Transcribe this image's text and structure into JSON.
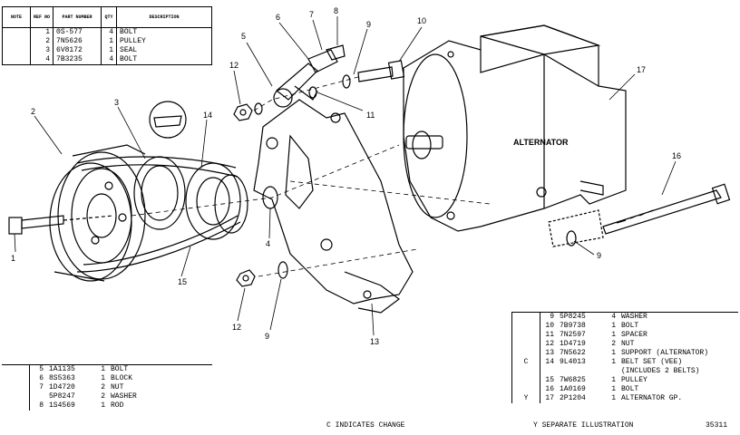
{
  "columns": {
    "note": "NOTE",
    "ref_no": "REF NO",
    "part_number": "PART NUMBER",
    "qty": "QTY",
    "description": "DESCRIPTION"
  },
  "table_top": [
    {
      "note": "",
      "ref": "1",
      "part": "0S-577",
      "qty": "4",
      "desc": "BOLT"
    },
    {
      "note": "",
      "ref": "2",
      "part": "7N5626",
      "qty": "1",
      "desc": "PULLEY"
    },
    {
      "note": "",
      "ref": "3",
      "part": "6V8172",
      "qty": "1",
      "desc": "SEAL"
    },
    {
      "note": "",
      "ref": "4",
      "part": "7B3235",
      "qty": "4",
      "desc": "BOLT"
    }
  ],
  "table_mid": [
    {
      "note": "",
      "ref": "5",
      "part": "1A1135",
      "qty": "1",
      "desc": "BOLT"
    },
    {
      "note": "",
      "ref": "6",
      "part": "8S5363",
      "qty": "1",
      "desc": "BLOCK"
    },
    {
      "note": "",
      "ref": "7",
      "part": "1D4720",
      "qty": "2",
      "desc": "NUT"
    },
    {
      "note": "",
      "ref": "",
      "part": "5P8247",
      "qty": "2",
      "desc": "WASHER"
    },
    {
      "note": "",
      "ref": "8",
      "part": "1S4569",
      "qty": "1",
      "desc": "ROD"
    }
  ],
  "table_right": [
    {
      "note": "",
      "ref": "9",
      "part": "5P8245",
      "qty": "4",
      "desc": "WASHER"
    },
    {
      "note": "",
      "ref": "10",
      "part": "7B9738",
      "qty": "1",
      "desc": "BOLT"
    },
    {
      "note": "",
      "ref": "11",
      "part": "7N2597",
      "qty": "1",
      "desc": "SPACER"
    },
    {
      "note": "",
      "ref": "12",
      "part": "1D4719",
      "qty": "2",
      "desc": "NUT"
    },
    {
      "note": "",
      "ref": "13",
      "part": "7N5622",
      "qty": "1",
      "desc": "SUPPORT (ALTERNATOR)"
    },
    {
      "note": "C",
      "ref": "14",
      "part": "9L4013",
      "qty": "1",
      "desc": "BELT SET (VEE)"
    },
    {
      "note": "",
      "ref": "",
      "part": "",
      "qty": "",
      "desc": "(INCLUDES 2 BELTS)"
    },
    {
      "note": "",
      "ref": "15",
      "part": "7W6825",
      "qty": "1",
      "desc": "PULLEY"
    },
    {
      "note": "",
      "ref": "16",
      "part": "1A0169",
      "qty": "1",
      "desc": "BOLT"
    },
    {
      "note": "Y",
      "ref": "17",
      "part": "2P1204",
      "qty": "1",
      "desc": "ALTERNATOR GP."
    }
  ],
  "diagram": {
    "alternator_label": "ALTERNATOR",
    "callouts": [
      "1",
      "2",
      "3",
      "4",
      "5",
      "6",
      "7",
      "8",
      "9",
      "10",
      "11",
      "12",
      "13",
      "14",
      "15",
      "16",
      "17",
      "9",
      "9",
      "12"
    ]
  },
  "footer": {
    "change_note": "C   INDICATES CHANGE",
    "separate_note": "Y   SEPARATE ILLUSTRATION",
    "illustration_number": "35311"
  }
}
